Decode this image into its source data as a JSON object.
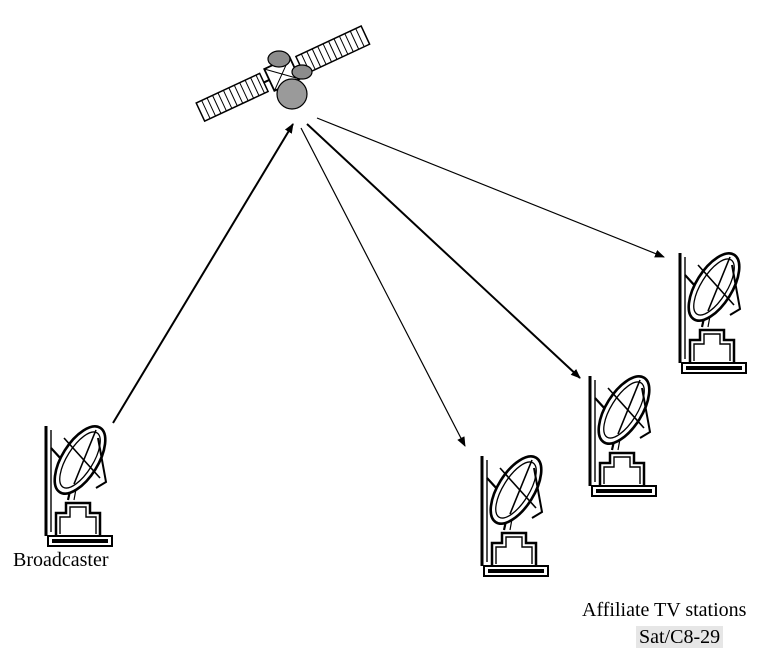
{
  "labels": {
    "broadcaster": "Broadcaster",
    "affiliates": "Affiliate TV stations",
    "reference": "Sat/C8-29"
  },
  "icons": {
    "satellite": "satellite-icon",
    "dish": "satellite-dish-icon"
  },
  "colors": {
    "line": "#000000",
    "body_gray": "#9a9a9a",
    "label_bg": "#e6e6e6"
  }
}
